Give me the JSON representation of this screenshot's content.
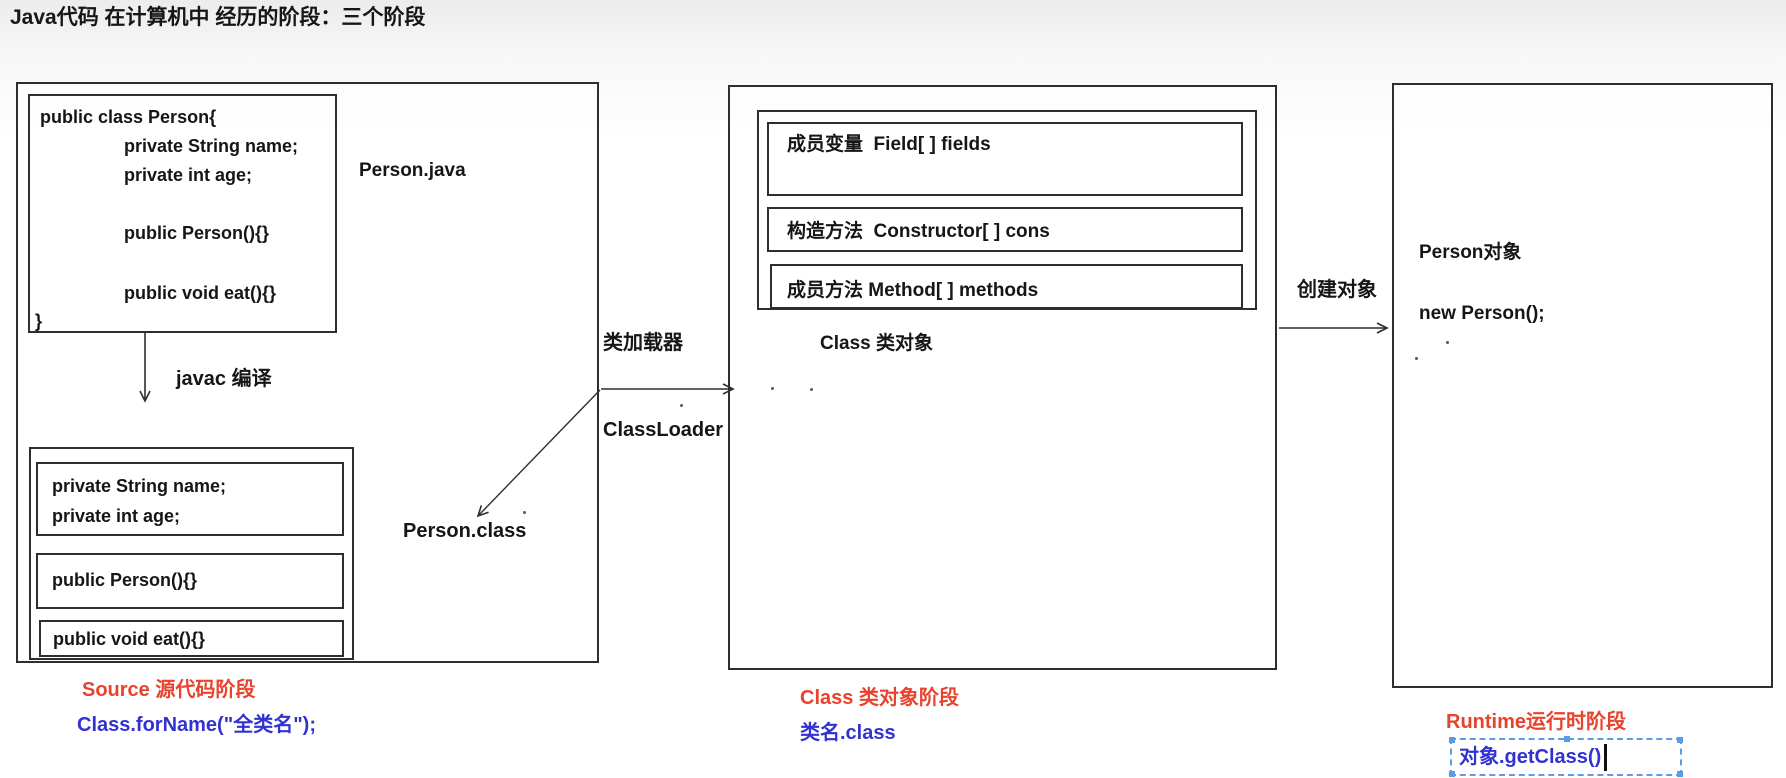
{
  "title": "Java代码 在计算机中 经历的阶段：三个阶段",
  "colors": {
    "ink": "#2e2e2e",
    "stage_label_red": "#e8432c",
    "code_blue": "#3232d2",
    "selection_blue": "#5b9ce6"
  },
  "stage_source": {
    "file_label": "Person.java",
    "code": {
      "l1": "public class Person{",
      "l2": "private String name;",
      "l3": "private int age;",
      "l4": "public Person(){}",
      "l5": "public void eat(){}",
      "l6": "}"
    },
    "compile_arrow_label": "javac 编译",
    "class_file_label": "Person.class",
    "bytecode": {
      "field_1": "private String name;",
      "field_2": "private int age;",
      "constructor": "public Person(){}",
      "method": "public void eat(){}"
    },
    "stage_label": "Source 源代码阶段",
    "api_label": "Class.forName(\"全类名\");"
  },
  "class_loader": {
    "label_cn": "类加载器",
    "label_en": "ClassLoader"
  },
  "stage_class": {
    "fields_row": "成员变量  Field[ ] fields",
    "constructors_row": "构造方法  Constructor[ ] cons",
    "methods_row": "成员方法 Method[ ] methods",
    "box_label": "Class 类对象",
    "stage_label": "Class 类对象阶段",
    "api_label": "类名.class"
  },
  "create_object_label": "创建对象",
  "stage_runtime": {
    "object_label": "Person对象",
    "code_line": "new Person();",
    "stage_label": "Runtime运行时阶段",
    "api_label": "对象.getClass()"
  }
}
